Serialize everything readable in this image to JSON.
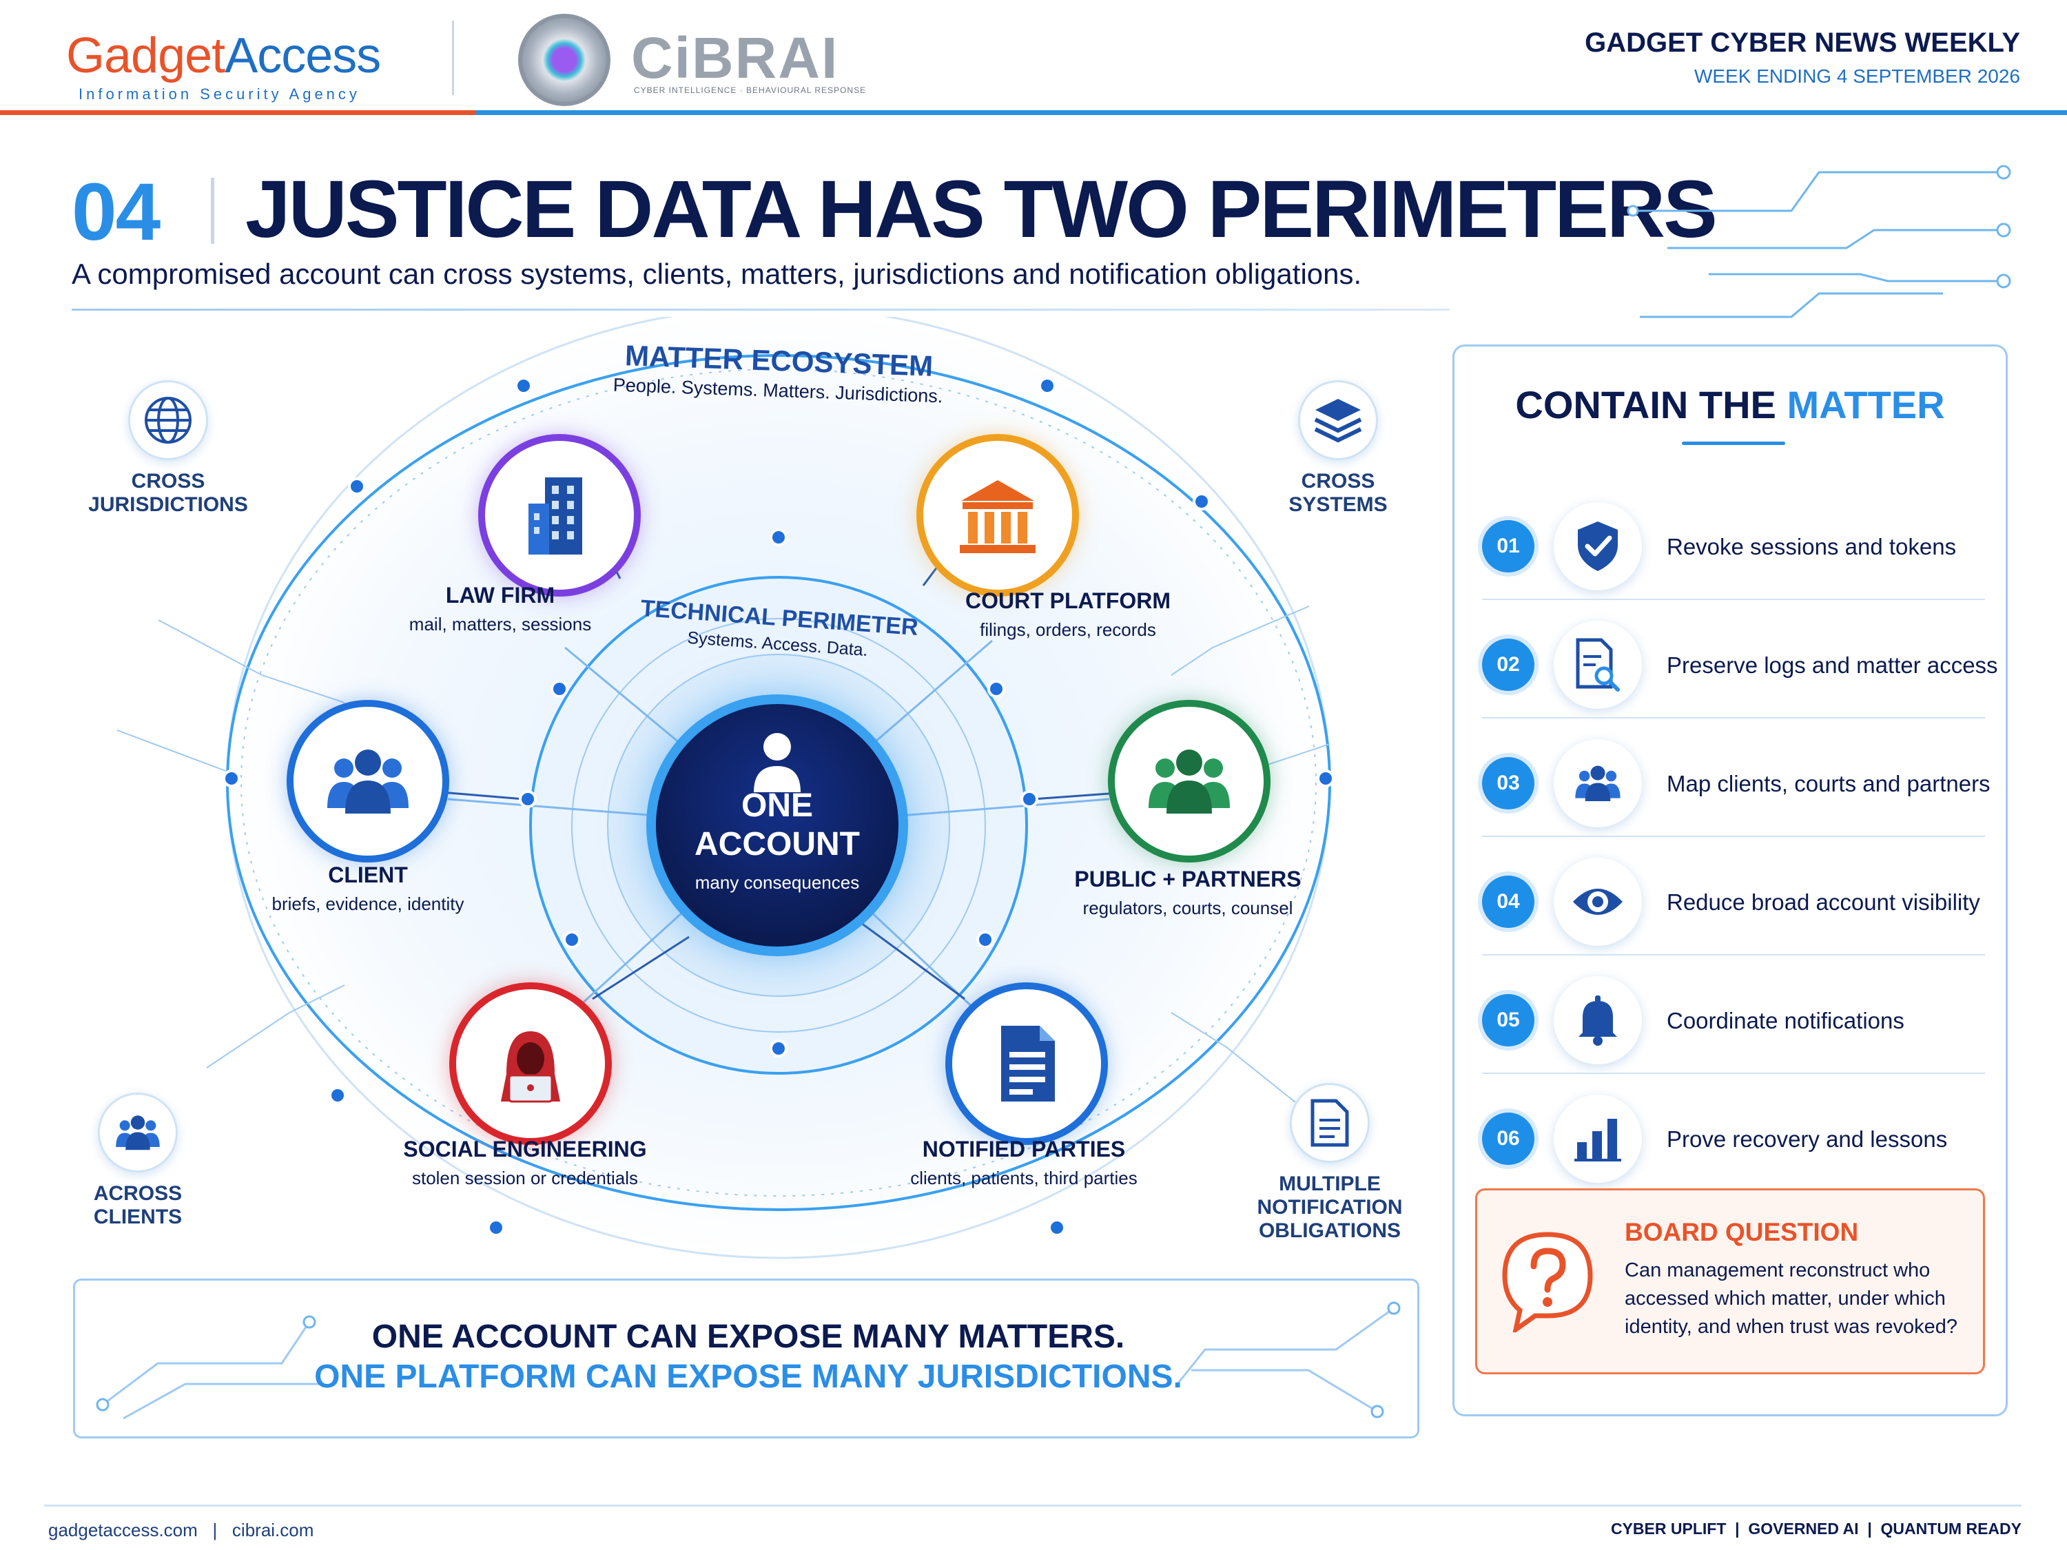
{
  "header": {
    "brand1_part1": "Gad",
    "brand1_part2": "get",
    "brand1_part3": "Access",
    "brand1_tagline": "Information Security Agency",
    "brand2_name": "CiBRAI",
    "brand2_tagline": "CYBER INTELLIGENCE · BEHAVIOURAL RESPONSE",
    "publication": "GADGET CYBER NEWS WEEKLY",
    "week": "WEEK ENDING 4 SEPTEMBER 2026"
  },
  "section": {
    "number": "04",
    "title": "JUSTICE DATA HAS TWO PERIMETERS",
    "subtitle": "A compromised account can cross systems, clients, matters, jurisdictions and notification obligations."
  },
  "diagram": {
    "outer_ring": {
      "title": "MATTER ECOSYSTEM",
      "subtitle": "People. Systems. Matters. Jurisdictions."
    },
    "inner_ring": {
      "title": "TECHNICAL PERIMETER",
      "subtitle": "Systems. Access. Data."
    },
    "center": {
      "line1": "ONE",
      "line2": "ACCOUNT",
      "line3": "many consequences"
    },
    "nodes": [
      {
        "name": "LAW FIRM",
        "desc": "mail, matters, sessions",
        "icon": "building-icon",
        "color": "#7b3fe0"
      },
      {
        "name": "COURT PLATFORM",
        "desc": "filings, orders, records",
        "icon": "courthouse-icon",
        "color": "#f0a020"
      },
      {
        "name": "CLIENT",
        "desc": "briefs, evidence, identity",
        "icon": "people-icon",
        "color": "#1e6fd9"
      },
      {
        "name": "PUBLIC + PARTNERS",
        "desc": "regulators, courts, counsel",
        "icon": "people-icon",
        "color": "#1f8a4c"
      },
      {
        "name": "SOCIAL ENGINEERING",
        "desc": "stolen session or credentials",
        "icon": "hooded-hacker-icon",
        "color": "#d9262c"
      },
      {
        "name": "NOTIFIED PARTIES",
        "desc": "clients, patients, third parties",
        "icon": "document-icon",
        "color": "#1e6fd9"
      }
    ],
    "side_tags": [
      {
        "label_line1": "CROSS",
        "label_line2": "JURISDICTIONS",
        "icon": "globe-icon"
      },
      {
        "label_line1": "CROSS",
        "label_line2": "SYSTEMS",
        "icon": "layers-icon"
      },
      {
        "label_line1": "ACROSS",
        "label_line2": "CLIENTS",
        "icon": "people-icon"
      },
      {
        "label_line1": "MULTIPLE",
        "label_line2": "NOTIFICATION",
        "label_line3": "OBLIGATIONS",
        "icon": "document-icon"
      }
    ]
  },
  "banner": {
    "line1": "ONE ACCOUNT CAN EXPOSE MANY MATTERS.",
    "line2": "ONE PLATFORM CAN EXPOSE MANY JURISDICTIONS."
  },
  "panel": {
    "title_part1": "CONTAIN THE",
    "title_part2": "MATTER",
    "steps": [
      {
        "num": "01",
        "label": "Revoke sessions and tokens",
        "icon": "shield-check-icon"
      },
      {
        "num": "02",
        "label": "Preserve logs and matter access",
        "icon": "document-search-icon"
      },
      {
        "num": "03",
        "label": "Map clients, courts and partners",
        "icon": "people-icon"
      },
      {
        "num": "04",
        "label": "Reduce broad account visibility",
        "icon": "eye-icon"
      },
      {
        "num": "05",
        "label": "Coordinate notifications",
        "icon": "bell-icon"
      },
      {
        "num": "06",
        "label": "Prove recovery and lessons",
        "icon": "bar-chart-icon"
      }
    ],
    "board": {
      "title": "BOARD QUESTION",
      "question": "Can management reconstruct who accessed which matter, under which identity, and when trust was revoked?",
      "icon": "question-bubble-icon"
    }
  },
  "footer": {
    "left1": "gadgetaccess.com",
    "left2": "cibrai.com",
    "right1": "CYBER UPLIFT",
    "right2": "GOVERNED AI",
    "right3": "QUANTUM READY"
  },
  "colors": {
    "navy": "#0b1a4f",
    "accent_blue": "#2a8ee6",
    "brand_orange": "#e8532a"
  }
}
